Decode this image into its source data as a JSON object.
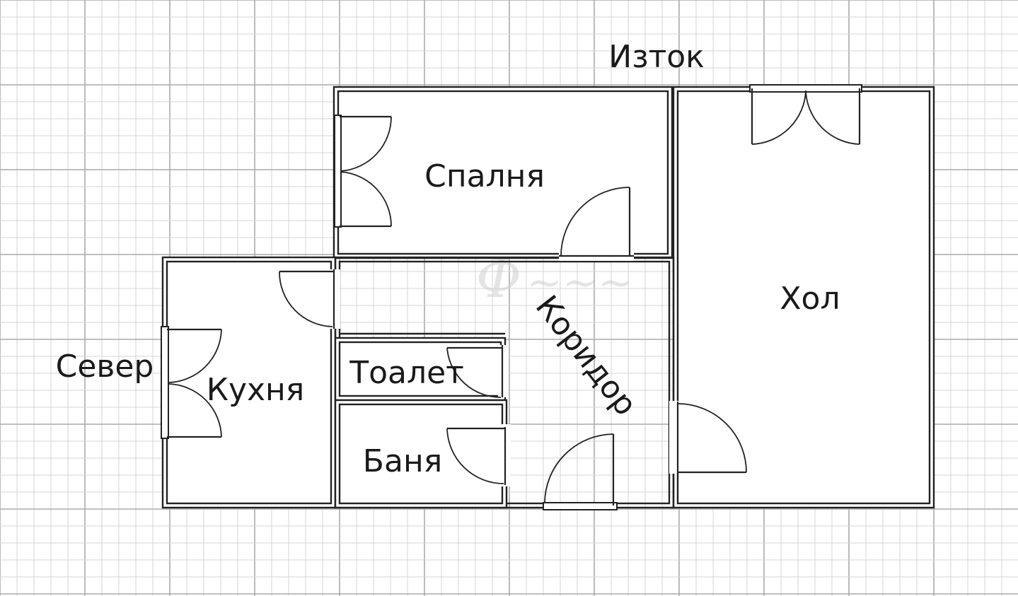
{
  "plan": {
    "colors": {
      "background": "#ffffff",
      "grid_minor": "#d4d4d4",
      "grid_major": "#aaaaaa",
      "walls": "#222222",
      "text": "#1a1a1a"
    },
    "directions": {
      "east": "Изток",
      "north": "Север"
    },
    "rooms": {
      "bedroom": "Спалня",
      "living_room": "Хол",
      "kitchen": "Кухня",
      "toilet": "Тоалет",
      "bathroom": "Баня",
      "corridor": "Коридор"
    }
  }
}
